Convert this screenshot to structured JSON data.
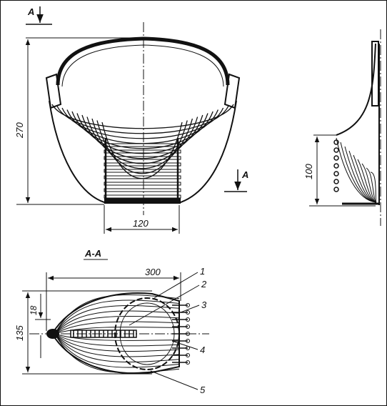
{
  "section_marks": {
    "top_arrow": "A",
    "side_arrow": "A",
    "section_title": "A-A"
  },
  "dimensions": {
    "height_total": "270",
    "base_width": "120",
    "side_height": "100",
    "length_top": "300",
    "width_plan": "135",
    "offset_plan": "18"
  },
  "callouts": [
    "1",
    "2",
    "3",
    "4",
    "5"
  ],
  "colors": {
    "ink": "#111111",
    "paper": "#ffffff"
  }
}
